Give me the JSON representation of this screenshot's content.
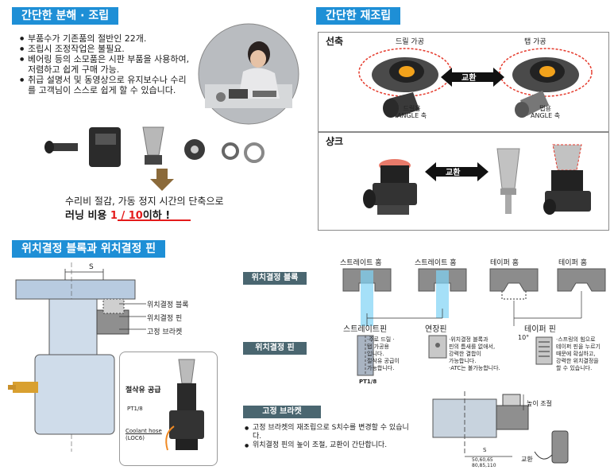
{
  "s1": {
    "title": "간단한 분해 · 조립",
    "bullets": [
      "부품수가 기존품의 절반인 22개.",
      "조립시 조정작업은 불필요.",
      "베어링 등의 소모품은 시판 부품을 사용하여, 저렴하고 쉽게 구매 가능.",
      "취급 설명서 및 동영상으로 유지보수나 수리를 고객님이 스스로 쉽게 할 수 있습니다."
    ],
    "result_line1": "수리비 절감, 가동 정지 시간의 단축으로",
    "result_line2_prefix": "러닝 비용 ",
    "result_line2_fraction": "1 / 10",
    "result_line2_suffix": "이하 !"
  },
  "s2": {
    "title": "간단한 재조립",
    "row1_label": "선축",
    "row1_left_top": "드릴 가공",
    "row1_right_top": "탭 가공",
    "row1_left_bottom1": "드릴용",
    "row1_left_bottom2": "ANGLE 축",
    "row1_right_bottom1": "탭용",
    "row1_right_bottom2": "ANGLE 축",
    "row1_exchange": "교환",
    "row2_label": "샹크",
    "row2_exchange": "교환"
  },
  "s3": {
    "title": "위치결정 블록과 위치결정 핀",
    "dim_s": "S",
    "lbl_block": "위치결정 블록",
    "lbl_pin": "위치결정 핀",
    "lbl_bracket": "고정 브라켓",
    "coolant_title": "절삭유 공급",
    "pt": "PT1/8",
    "coolant_hose1": "Coolant hose",
    "coolant_hose2": "(LOC6)"
  },
  "s4": {
    "block_label": "위치결정 블록",
    "pin_label": "위치결정 핀",
    "bracket_label": "고정 브라켓",
    "col1": "스트레이트 홈",
    "col2": "스트레이트 홈",
    "col3": "테이퍼 홈",
    "col4": "테이퍼 홈",
    "pin1": "스트레이트핀",
    "pin2": "연장핀",
    "pin3": "테이퍼 핀",
    "pin1_desc": [
      "·주로 드릴 ·",
      "탭 가공용",
      "입니다.",
      "절삭유 공급이",
      "가능합니다."
    ],
    "pin2_desc": [
      "·위치결정 블록과",
      "핀의 틈새를 없애서,",
      "강력한 결합이",
      "가능합니다.",
      "·ATC는 불가능합니다."
    ],
    "pin3_desc": [
      "·스프링의 힘으로",
      "테이퍼 핀을 누르기",
      "때문에 확실하고,",
      "강력한 위치결정을",
      "할 수 있습니다."
    ],
    "angle": "10°",
    "pt": "PT1/8",
    "bracket_bullets": [
      "고정 브라켓의 재조립으로 S치수를 변경할 수 있습니다.",
      "위치결정 핀의 높이 조절, 교환이 간단합니다."
    ],
    "height_adjust": "높이 조절",
    "exchange": "교환",
    "s": "S",
    "s_values1": "50,60,65",
    "s_values2": "80,85,110"
  }
}
